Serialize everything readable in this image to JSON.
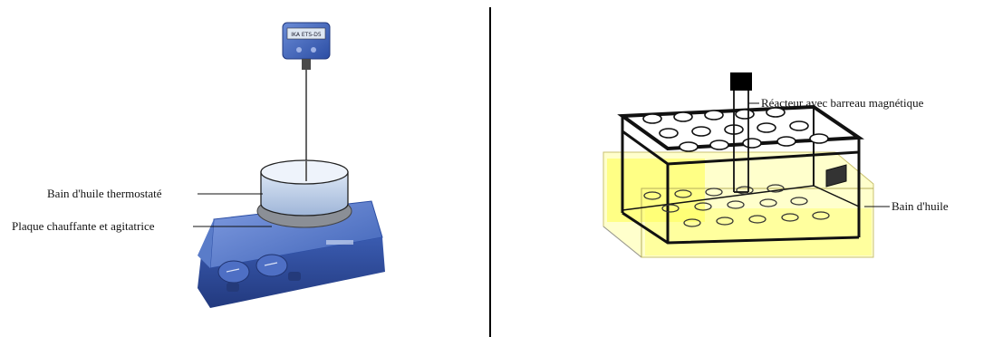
{
  "left_figure": {
    "labels": {
      "oil_bath": "Bain d'huile thermostaté",
      "hot_plate": "Plaque chauffante et agitatrice"
    },
    "thermometer_display": "IKA ETS-D5"
  },
  "right_figure": {
    "labels": {
      "reactor": "Réacteur avec barreau magnétique",
      "oil_bath": "Bain d'huile"
    }
  },
  "colors": {
    "device_blue": "#3f63b7",
    "device_blue_dark": "#27408a",
    "oil_yellow": "#ffff66",
    "line": "#111111"
  }
}
